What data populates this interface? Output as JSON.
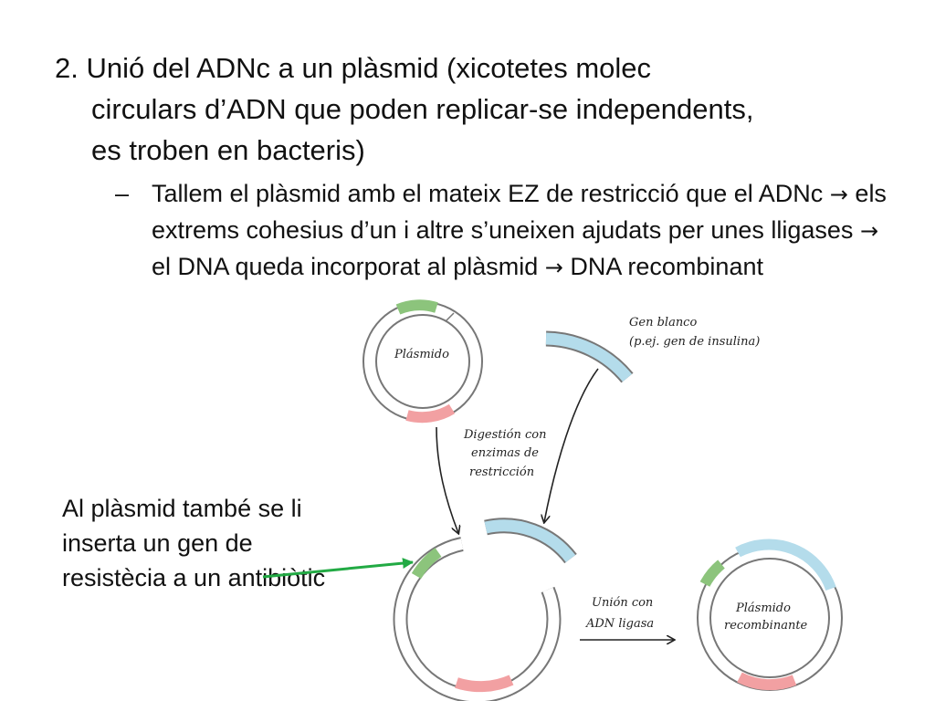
{
  "main_point": {
    "line1": "2. Unió del ADNc a un plàsmid (xicotetes molec",
    "line2": "circulars d’ADN que poden replicar-se independents,",
    "line3": "es troben en bacteris)"
  },
  "sub_point": {
    "dash": "–",
    "part1": "Tallem el plàsmid amb el mateix EZ de restricció que el ADNc",
    "part2": "els extrems cohesius d’un i altre s’uneixen ajudats per unes lligases",
    "part3": "el DNA queda incorporat al plàsmid",
    "part4": "DNA recombinant",
    "arrow": "→"
  },
  "side_note": {
    "text": "Al plàsmid també se li inserta un gen de resistècia a un antibiòtic"
  },
  "diagram": {
    "label_plasmid": "Plásmido",
    "label_gene_line1": "Gen blanco",
    "label_gene_line2": "(p.ej. gen de insulina)",
    "label_digestion_line1": "Digestión con",
    "label_digestion_line2": "enzimas de",
    "label_digestion_line3": "restricción",
    "label_union_line1": "Unión con",
    "label_union_line2": "ADN ligasa",
    "label_recombinant_line1": "Plásmido",
    "label_recombinant_line2": "recombinante",
    "colors": {
      "green": "#8cc47c",
      "pink": "#f2a0a2",
      "blue": "#b4dceb",
      "ring_outline": "#777777",
      "pointer": "#22aa44"
    }
  }
}
